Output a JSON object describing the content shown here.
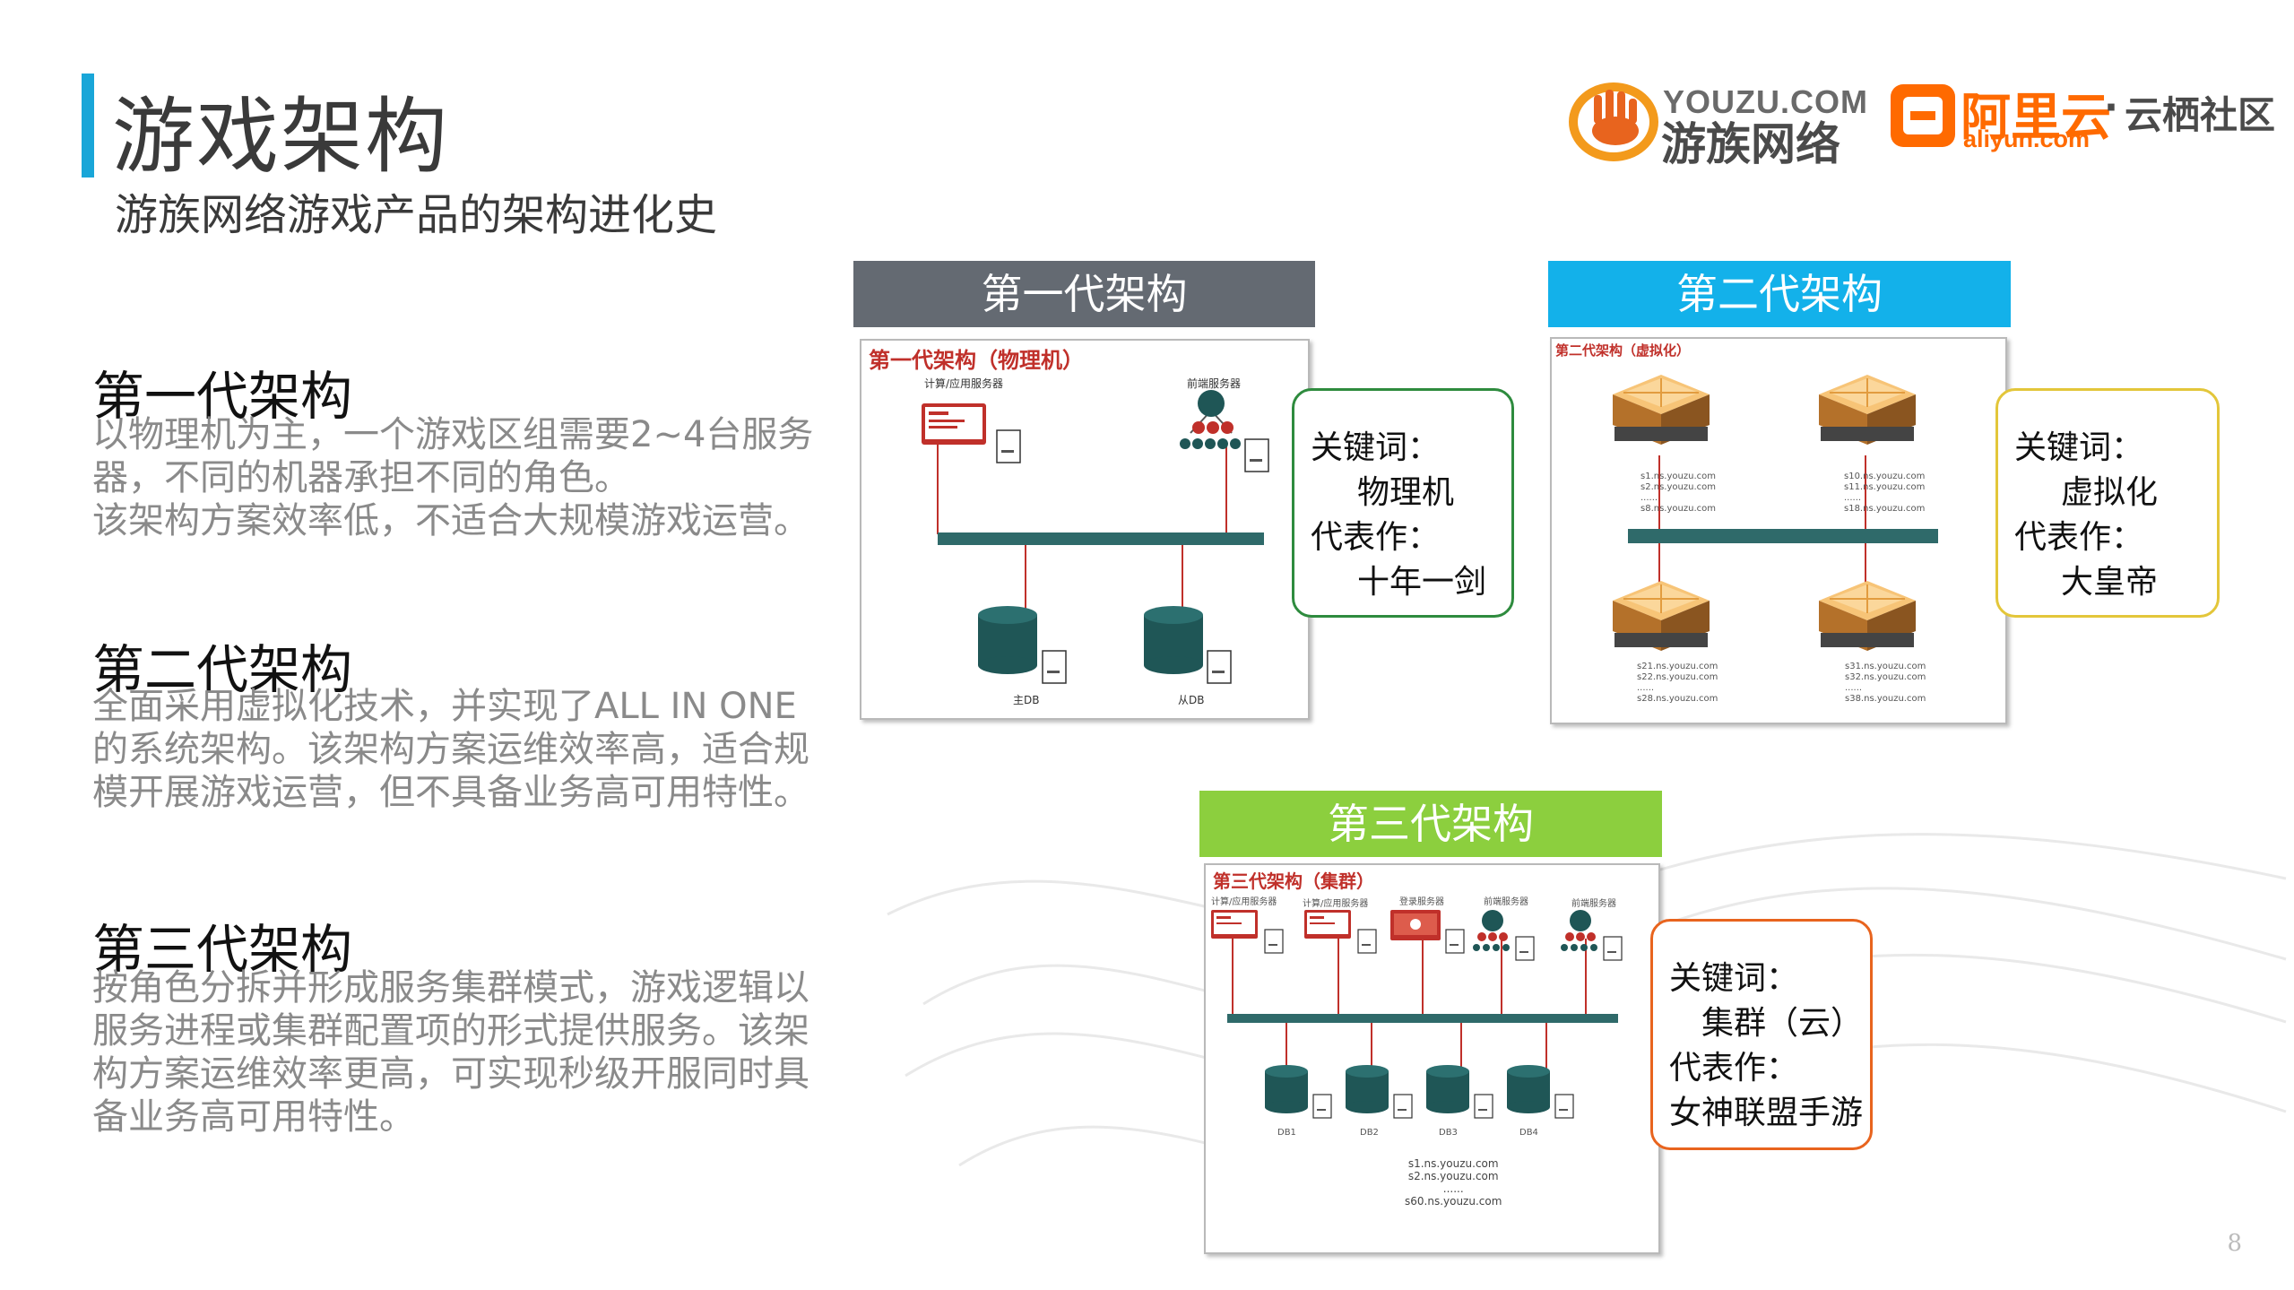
{
  "page": {
    "title": "游戏架构",
    "subtitle": "游族网络游戏产品的架构进化史",
    "page_number": "8"
  },
  "logos": {
    "youzu_top": "YOUZU.COM",
    "youzu_bottom": "游族网络",
    "aliyun_cn": "阿里云",
    "aliyun_en": "aliyun.com",
    "separator": "·",
    "yunqi": "云栖社区"
  },
  "sections": [
    {
      "heading": "第一代架构",
      "lines": [
        "以物理机为主，一个游戏区组需要2~4台服务",
        "器，不同的机器承担不同的角色。",
        "该架构方案效率低，不适合大规模游戏运营。"
      ]
    },
    {
      "heading": "第二代架构",
      "lines": [
        "全面采用虚拟化技术，并实现了ALL IN ONE",
        "的系统架构。该架构方案运维效率高，适合规",
        "模开展游戏运营，但不具备业务高可用特性。"
      ]
    },
    {
      "heading": "第三代架构",
      "lines": [
        "按角色分拆并形成服务集群模式，游戏逻辑以",
        "服务进程或集群配置项的形式提供服务。该架",
        "构方案运维效率更高，可实现秒级开服同时具",
        "备业务高可用特性。"
      ]
    }
  ],
  "diagrams": {
    "gen1": {
      "header": "第一代架构",
      "header_color": "#646a72",
      "panel_title": "第一代架构（物理机）",
      "label_app": "计算/应用服务器",
      "label_front": "前端服务器",
      "label_master_db": "主DB",
      "label_slave_db": "从DB",
      "keyword_label": "关键词：",
      "keyword": "物理机",
      "rep_label": "代表作：",
      "rep": "十年一剑",
      "box_color": "#2e8b3e"
    },
    "gen2": {
      "header": "第二代架构",
      "header_color": "#13b1ea",
      "panel_title": "第二代架构（虚拟化）",
      "server_groups": [
        [
          "s1.ns.youzu.com",
          "s2.ns.youzu.com",
          "......",
          "s8.ns.youzu.com"
        ],
        [
          "s10.ns.youzu.com",
          "s11.ns.youzu.com",
          "......",
          "s18.ns.youzu.com"
        ],
        [
          "s21.ns.youzu.com",
          "s22.ns.youzu.com",
          "......",
          "s28.ns.youzu.com"
        ],
        [
          "s31.ns.youzu.com",
          "s32.ns.youzu.com",
          "......",
          "s38.ns.youzu.com"
        ]
      ],
      "keyword_label": "关键词：",
      "keyword": "虚拟化",
      "rep_label": "代表作：",
      "rep": "大皇帝",
      "box_color": "#e3c63a"
    },
    "gen3": {
      "header": "第三代架构",
      "header_color": "#8ccf3e",
      "panel_title": "第三代架构（集群）",
      "role_labels": [
        "计算/应用服务器",
        "计算/应用服务器",
        "登录服务器",
        "前端服务器",
        "前端服务器"
      ],
      "db_labels": [
        "DB1",
        "DB2",
        "DB3",
        "DB4"
      ],
      "domains": [
        "s1.ns.youzu.com",
        "s2.ns.youzu.com",
        "......",
        "s60.ns.youzu.com"
      ],
      "keyword_label": "关键词：",
      "keyword": "集群（云）",
      "rep_label": "代表作：",
      "rep": "女神联盟手游",
      "box_color": "#e8641e"
    }
  },
  "colors": {
    "accent": "#19a6d8",
    "bus": "#2f6a6a",
    "db": "#1f5656",
    "link": "#c0302a",
    "server_orange": "#f2a540"
  }
}
